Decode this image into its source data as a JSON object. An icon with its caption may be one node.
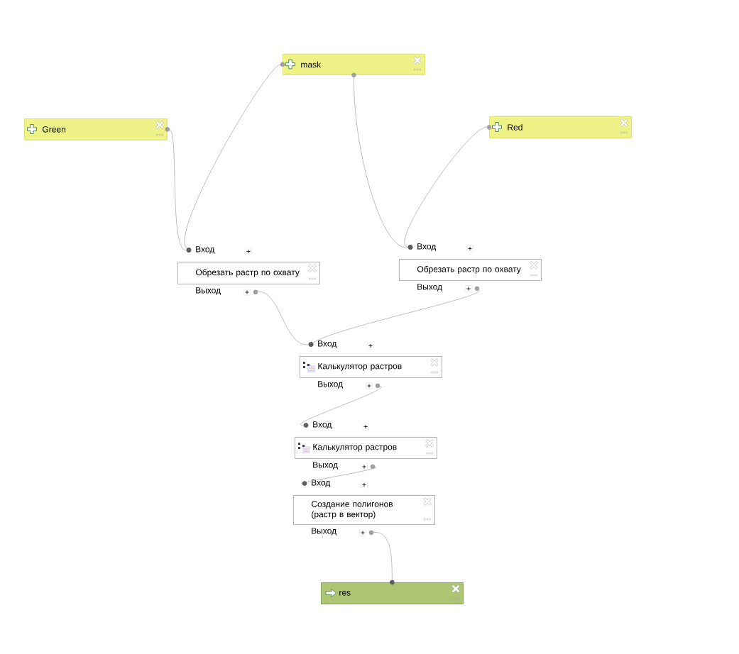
{
  "diagram": {
    "nodes": [
      {
        "text": [
          "mask"
        ]
      },
      {
        "text": [
          "Green"
        ]
      },
      {
        "text": [
          "Red"
        ]
      },
      {
        "text": [
          "Обрезать растр по охвату"
        ],
        "beside": [
          "Вход",
          "Выход"
        ]
      },
      {
        "text": [
          "Обрезать растр по охвату"
        ],
        "beside": [
          "Вход",
          "Выход"
        ]
      },
      {
        "text": [
          "Калькулятор растров"
        ],
        "beside": [
          "Вход",
          "Выход"
        ]
      },
      {
        "text": [
          "Калькулятор растров"
        ],
        "beside": [
          "Вход",
          "Выход"
        ]
      },
      {
        "text": [
          "Создание полигонов (растр в вектор)"
        ],
        "beside": [
          "Вход",
          "Выход"
        ]
      },
      {
        "text": [
          "res"
        ]
      }
    ],
    "edges": [
      {
        "from": 0,
        "to": 3,
        "arrow": "other"
      },
      {
        "from": 0,
        "to": 4,
        "arrow": "other"
      },
      {
        "from": 1,
        "to": 3,
        "arrow": "other"
      },
      {
        "from": 2,
        "to": 4,
        "arrow": "other"
      },
      {
        "from": 3,
        "to": 5,
        "arrow": "other"
      },
      {
        "from": 4,
        "to": 5,
        "arrow": "other"
      },
      {
        "from": 5,
        "to": 6,
        "arrow": "other"
      },
      {
        "from": 6,
        "to": 7,
        "arrow": "other"
      },
      {
        "from": 7,
        "to": 8,
        "arrow": "other"
      }
    ]
  }
}
